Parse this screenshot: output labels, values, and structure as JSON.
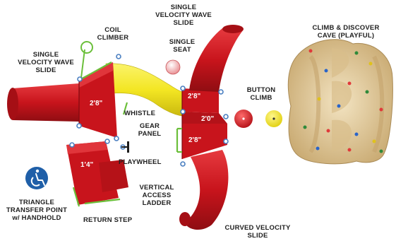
{
  "labels": {
    "single_wave_slide_left": [
      "SINGLE",
      "VELOCITY WAVE",
      "SLIDE"
    ],
    "coil_climber": [
      "COIL",
      "CLIMBER"
    ],
    "single_wave_slide_top": [
      "SINGLE",
      "VELOCITY WAVE",
      "SLIDE"
    ],
    "single_seat": [
      "SINGLE",
      "SEAT"
    ],
    "whistle": "WHISTLE",
    "gear_panel": [
      "GEAR",
      "PANEL"
    ],
    "playwheel": "PLAYWHEEL",
    "button_climb": [
      "BUTTON",
      "CLIMB"
    ],
    "climb_discover": [
      "CLIMB & DISCOVER",
      "CAVE (PLAYFUL)"
    ],
    "triangle_transfer": [
      "TRIANGLE",
      "TRANSFER POINT",
      "w/ HANDHOLD"
    ],
    "return_step": "RETURN STEP",
    "vertical_access": [
      "VERTICAL",
      "ACCESS",
      "LADDER"
    ],
    "curved_slide": [
      "CURVED VELOCITY",
      "SLIDE"
    ]
  },
  "dimensions": {
    "deck_left": "2'8\"",
    "deck_lower": "1'4\"",
    "deck_right_top": "2'8\"",
    "deck_right_mid": "2'0\"",
    "deck_right_bottom": "2'8\""
  },
  "colors": {
    "red": "#c8141c",
    "red_dark": "#8f0d12",
    "yellow": "#f3e623",
    "green": "#6bbf3a",
    "blue_icon": "#1f5fa8",
    "cave": "#e8d3a6"
  }
}
